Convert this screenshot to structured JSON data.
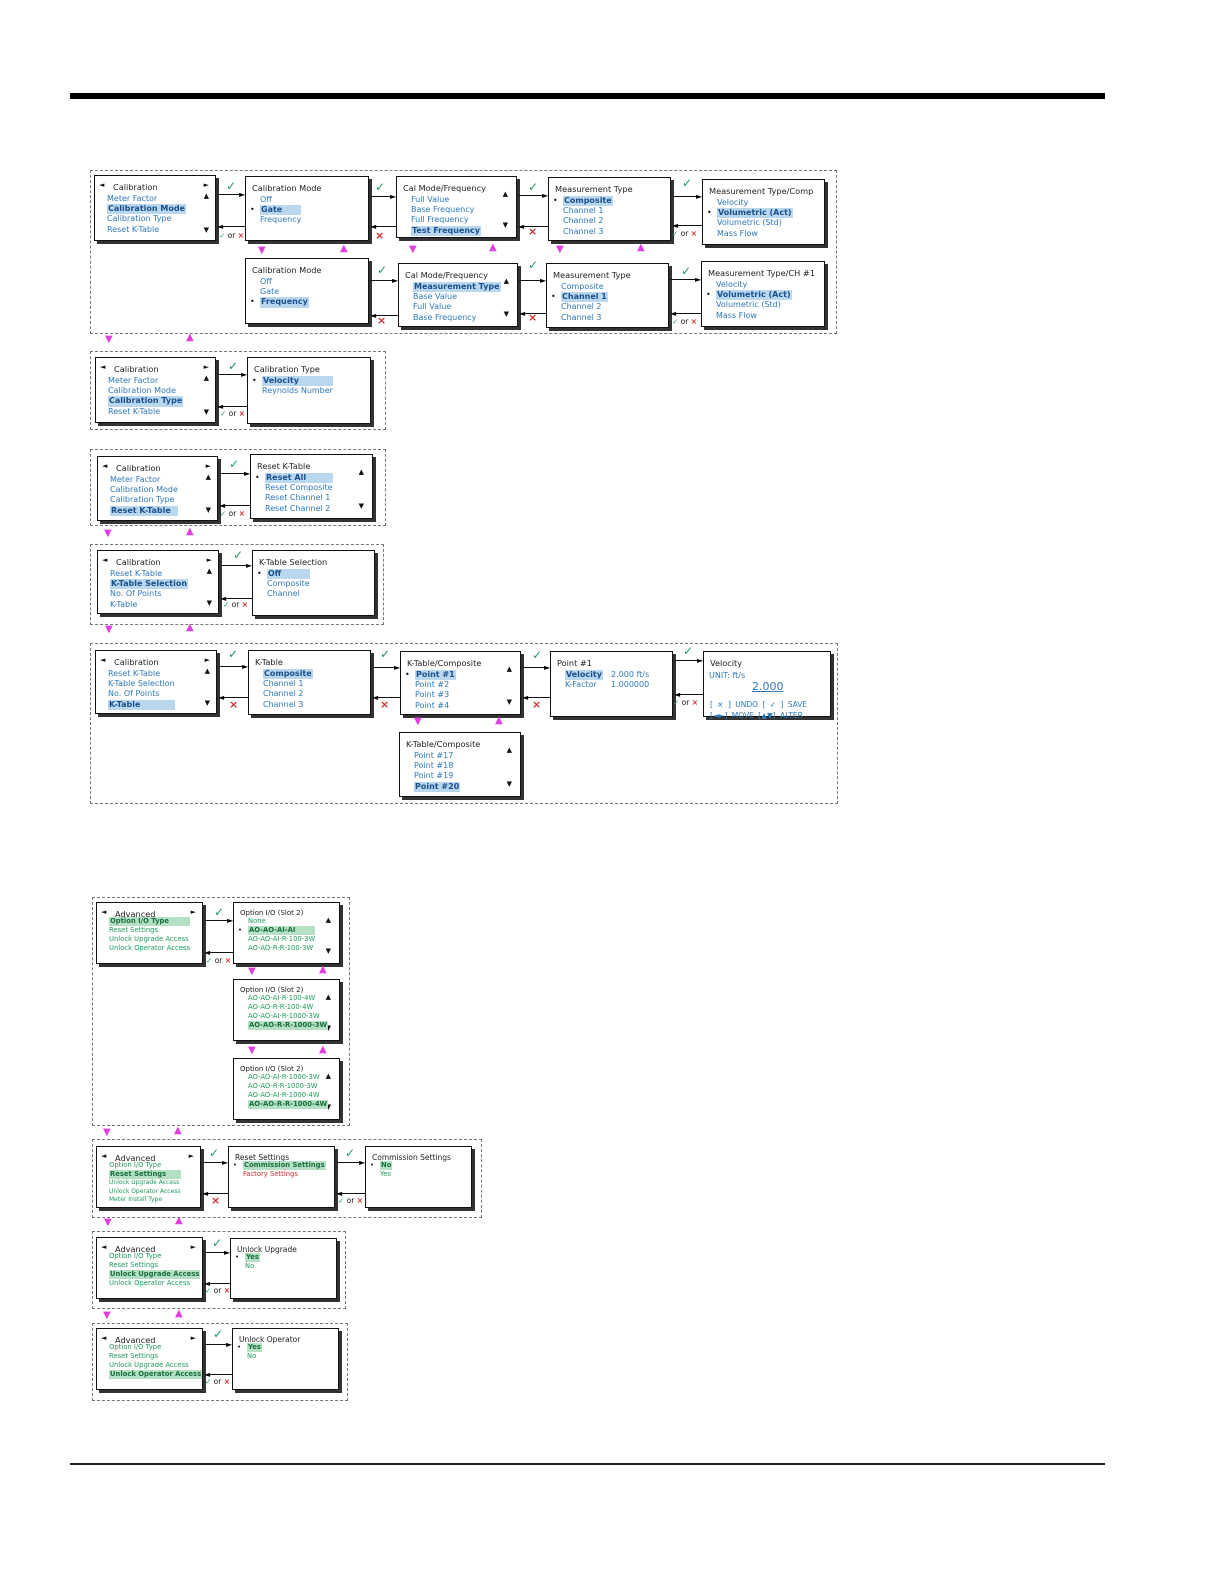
{
  "icons": {
    "left": "◄",
    "right": "►",
    "up": "▲",
    "down": "▼",
    "check": "✓",
    "cross": "×",
    "pink_up": "▲",
    "pink_down": "▼"
  },
  "or_text": "or",
  "calibration_mode": {
    "nav": {
      "title": "Calibration",
      "items": [
        "Meter Factor",
        "Calibration Mode",
        "Calibration Type",
        "Reset K-Table"
      ]
    },
    "mode1": {
      "title": "Calibration Mode",
      "items": [
        "Off",
        "Gate",
        "Frequency"
      ]
    },
    "calfreq1": {
      "title": "Cal Mode/Frequency",
      "items": [
        "Full Value",
        "Base Frequency",
        "Full Frequency",
        "Test Frequency"
      ]
    },
    "meas1": {
      "title": "Measurement Type",
      "items": [
        "Composite",
        "Channel 1",
        "Channel 2",
        "Channel 3"
      ]
    },
    "meastype_comp": {
      "title": "Measurement Type/Comp",
      "items": [
        "Velocity",
        "Volumetric (Act)",
        "Volumetric (Std)",
        "Mass Flow"
      ]
    },
    "mode2": {
      "title": "Calibration Mode",
      "items": [
        "Off",
        "Gate",
        "Frequency"
      ]
    },
    "calfreq2": {
      "title": "Cal Mode/Frequency",
      "items": [
        "Measurement Type",
        "Base Value",
        "Full Value",
        "Base Frequency"
      ]
    },
    "meas2": {
      "title": "Measurement Type",
      "items": [
        "Composite",
        "Channel 1",
        "Channel 2",
        "Channel 3"
      ]
    },
    "meastype_ch1": {
      "title": "Measurement Type/CH #1",
      "items": [
        "Velocity",
        "Volumetric (Act)",
        "Volumetric (Std)",
        "Mass Flow"
      ]
    }
  },
  "calibration_type": {
    "nav": {
      "title": "Calibration",
      "items": [
        "Meter Factor",
        "Calibration Mode",
        "Calibration Type",
        "Reset K-Table"
      ]
    },
    "sel": {
      "title": "Calibration Type",
      "items": [
        "Velocity",
        "Reynolds Number"
      ]
    }
  },
  "reset_ktable": {
    "nav": {
      "title": "Calibration",
      "items": [
        "Meter Factor",
        "Calibration Mode",
        "Calibration Type",
        "Reset K-Table"
      ]
    },
    "sel": {
      "title": "Reset K-Table",
      "items": [
        "Reset All",
        "Reset Composite",
        "Reset Channel 1",
        "Reset Channel 2"
      ]
    }
  },
  "ktable_selection": {
    "nav": {
      "title": "Calibration",
      "items": [
        "Reset K-Table",
        "K-Table Selection",
        "No. Of Points",
        "K-Table"
      ]
    },
    "sel": {
      "title": "K-Table Selection",
      "items": [
        "Off",
        "Composite",
        "Channel"
      ]
    }
  },
  "ktable": {
    "nav": {
      "title": "Calibration",
      "items": [
        "Reset K-Table",
        "K-Table Selection",
        "No. Of Points",
        "K-Table"
      ]
    },
    "table": {
      "title": "K-Table",
      "items": [
        "Composite",
        "Channel 1",
        "Channel 2",
        "Channel 3"
      ]
    },
    "comp1": {
      "title": "K-Table/Composite",
      "items": [
        "Point #1",
        "Point #2",
        "Point #3",
        "Point #4"
      ]
    },
    "comp2": {
      "title": "K-Table/Composite",
      "items": [
        "Point #17",
        "Point #18",
        "Point #19",
        "Point #20"
      ]
    },
    "point": {
      "title": "Point #1",
      "label1": "Velocity",
      "value1": "2.000 ft/s",
      "label2": "K-Factor",
      "value2": "1.000000"
    },
    "velocity": {
      "title": "Velocity",
      "unit": "UNIT:  ft/s",
      "value": "2.000",
      "keys_row1": "[ × ]   UNDO   [ ✓ ]   SAVE",
      "keys_row2": "[◄►]   MOVE   [▲▼]   ALTER"
    }
  },
  "option_io": {
    "nav": {
      "title": "Advanced",
      "items": [
        "Option I/O Type",
        "Reset Settings",
        "Unlock Upgrade Access",
        "Unlock Operator Access"
      ]
    },
    "slot1": {
      "title": "Option I/O (Slot 2)",
      "items": [
        "None",
        "AO-AO-AI-AI",
        "AO-AO-AI-R-100-3W",
        "AO-AO-R-R-100-3W"
      ]
    },
    "slot2": {
      "title": "Option I/O (Slot 2)",
      "items": [
        "AO-AO-AI-R-100-4W",
        "AO-AO-R-R-100-4W",
        "AO-AO-AI-R-1000-3W",
        "AO-AO-R-R-1000-3W"
      ]
    },
    "slot3": {
      "title": "Option I/O (Slot 2)",
      "items": [
        "AO-AO-AI-R-1000-3W",
        "AO-AO-R-R-1000-3W",
        "AO-AO-AI-R-1000-4W",
        "AO-AO-R-R-1000-4W"
      ]
    }
  },
  "reset_settings": {
    "nav": {
      "title": "Advanced",
      "items": [
        "Option I/O Type",
        "Reset Settings",
        "Unlock Upgrade Access",
        "Unlock Operator Access",
        "Meter Install Type"
      ]
    },
    "sel": {
      "title": "Reset Settings",
      "items": [
        "Commission Settings",
        "Factory Settings"
      ]
    },
    "commission": {
      "title": "Commission Settings",
      "items": [
        "No",
        "Yes"
      ]
    }
  },
  "unlock_upgrade": {
    "nav": {
      "title": "Advanced",
      "items": [
        "Option I/O Type",
        "Reset Settings",
        "Unlock Upgrade Access",
        "Unlock Operator Access"
      ]
    },
    "sel": {
      "title": "Unlock Upgrade",
      "items": [
        "Yes",
        "No"
      ]
    }
  },
  "unlock_operator": {
    "nav": {
      "title": "Advanced",
      "items": [
        "Option I/O Type",
        "Reset Settings",
        "Unlock Upgrade Access",
        "Unlock Operator Access"
      ]
    },
    "sel": {
      "title": "Unlock Operator",
      "items": [
        "Yes",
        "No"
      ]
    }
  }
}
